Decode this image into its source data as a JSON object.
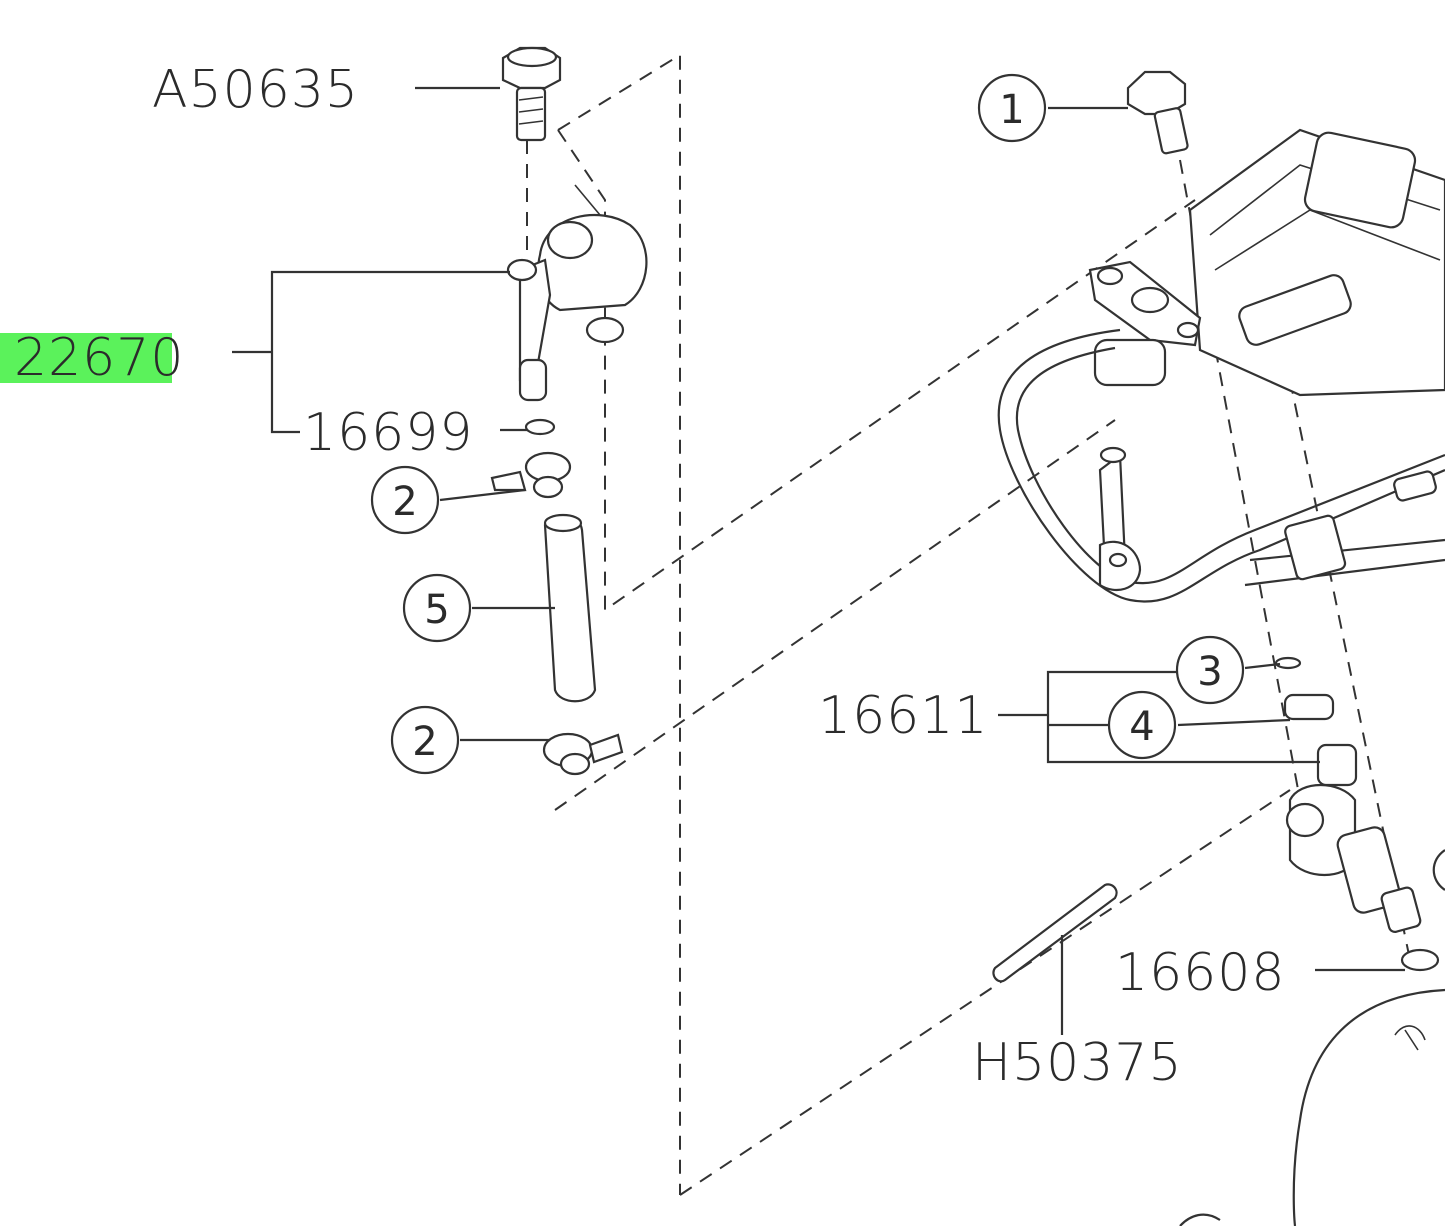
{
  "highlight_color": "#5bf25b",
  "labels": {
    "a50635": "A50635",
    "p22670_highlight": "2267",
    "p22670_rest": "0",
    "p16699": "16699",
    "p16611": "16611",
    "p16608": "16608",
    "h50375": "H50375"
  },
  "callouts": {
    "c1": "1",
    "c2a": "2",
    "c2b": "2",
    "c3": "3",
    "c4": "4",
    "c5": "5"
  }
}
